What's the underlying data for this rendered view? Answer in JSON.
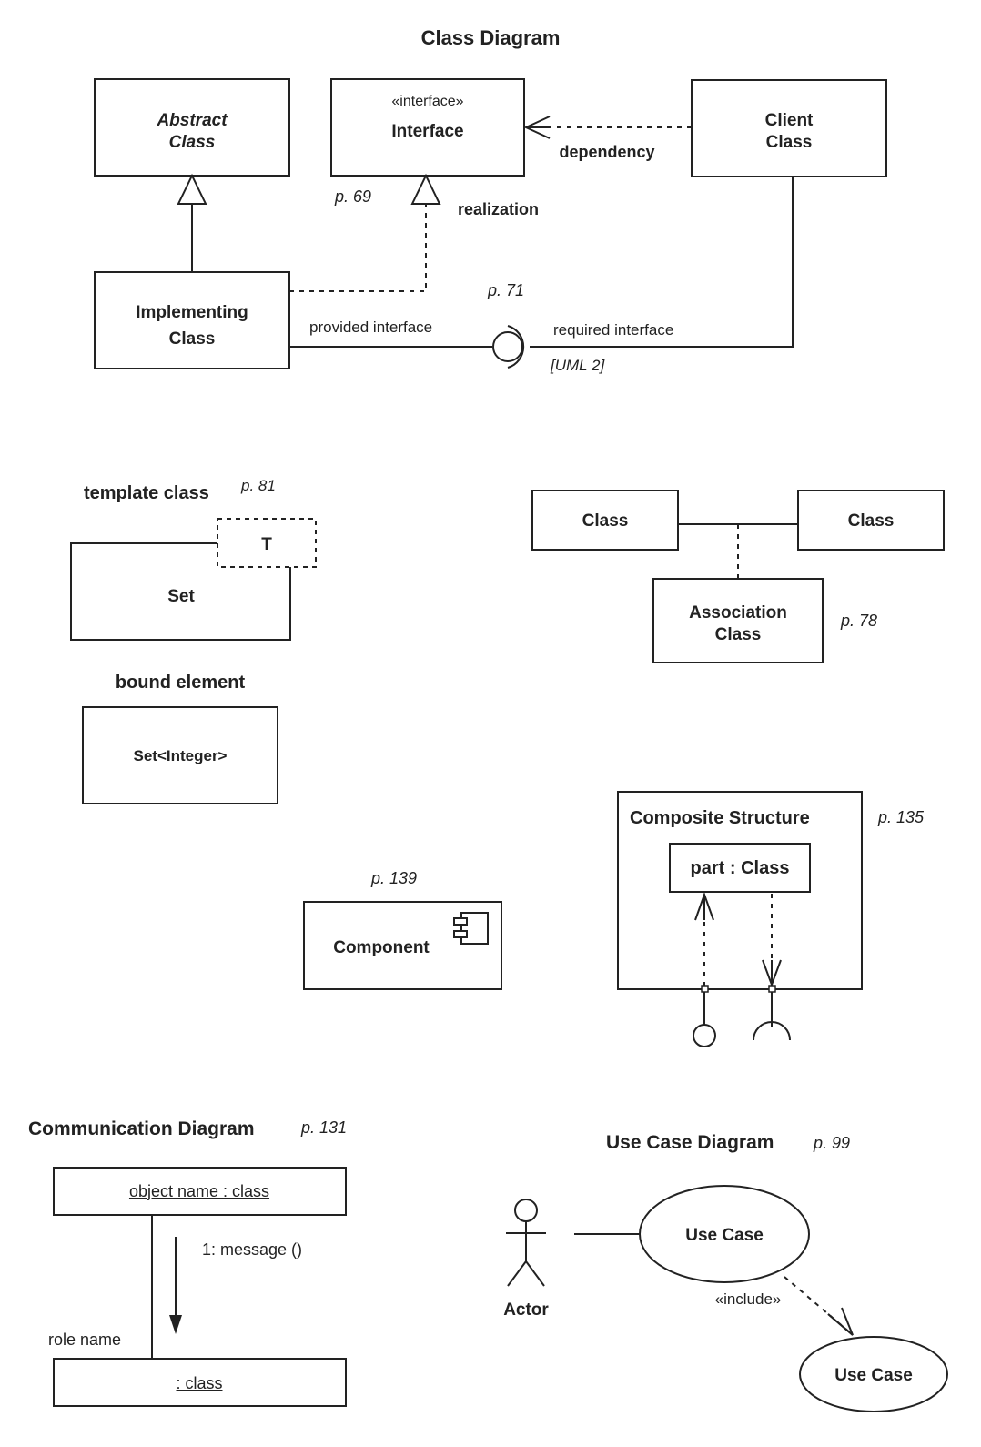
{
  "class_diagram": {
    "title": "Class Diagram",
    "abstract_class": {
      "line1": "Abstract",
      "line2": "Class"
    },
    "interface": {
      "stereotype": "«interface»",
      "name": "Interface"
    },
    "client_class": {
      "line1": "Client",
      "line2": "Class"
    },
    "implementing_class": {
      "line1": "Implementing",
      "line2": "Class"
    },
    "dependency_label": "dependency",
    "realization_label": "realization",
    "page_69": "p. 69",
    "page_71": "p. 71",
    "provided_interface": "provided interface",
    "required_interface": "required interface",
    "uml2": "[UML 2]"
  },
  "template": {
    "label": "template class",
    "page": "p. 81",
    "param": "T",
    "name": "Set"
  },
  "bound": {
    "label": "bound element",
    "name": "Set<Integer>"
  },
  "association": {
    "class_left": "Class",
    "class_right": "Class",
    "assoc_line1": "Association",
    "assoc_line2": "Class",
    "page": "p. 78"
  },
  "component": {
    "page": "p. 139",
    "name": "Component"
  },
  "composite": {
    "title": "Composite Structure",
    "page": "p. 135",
    "part": "part : Class"
  },
  "communication": {
    "title": "Communication Diagram",
    "page": "p. 131",
    "object_top": "object name : class",
    "message": "1: message ()",
    "role_name": "role name",
    "object_bottom": ": class"
  },
  "use_case": {
    "title": "Use Case Diagram",
    "page": "p. 99",
    "actor": "Actor",
    "use_case_1": "Use Case",
    "include": "«include»",
    "use_case_2": "Use Case"
  }
}
